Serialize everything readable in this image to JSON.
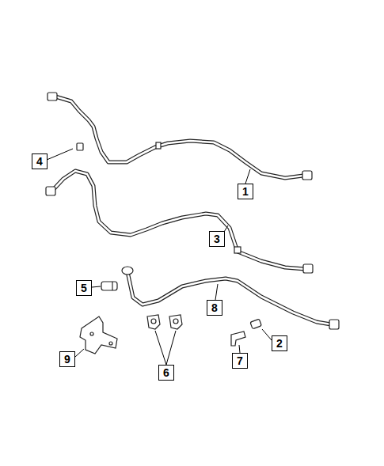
{
  "diagram": {
    "labels": [
      "4",
      "1",
      "3",
      "5",
      "8",
      "2",
      "7",
      "9",
      "6"
    ]
  }
}
